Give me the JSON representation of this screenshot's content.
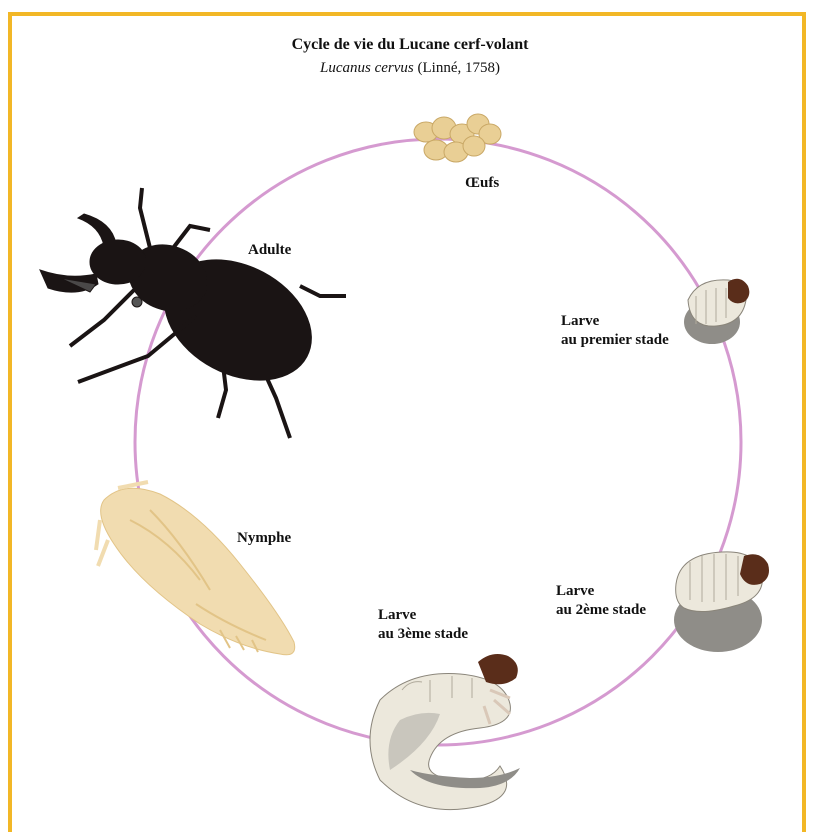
{
  "title": "Cycle de vie du Lucane cerf-volant",
  "subtitle_species": "Lucanus cervus",
  "subtitle_author": "(Linné, 1758)",
  "stages": {
    "eggs": "Œufs",
    "larva1_line1": "Larve",
    "larva1_line2": "au premier stade",
    "larva2_line1": "Larve",
    "larva2_line2": "au 2ème stade",
    "larva3_line1": "Larve",
    "larva3_line2": "au 3ème stade",
    "pupa": "Nymphe",
    "adult": "Adulte"
  },
  "colors": {
    "frame": "#f2b726",
    "cycle": "#d59ad0",
    "adult": "#1a1414",
    "eggs": "#e9cf95",
    "pupa": "#f1dcb0",
    "larva_body": "#ece8dc",
    "larva_shadow": "#8f8d88",
    "larva_head": "#5a2d1a"
  },
  "icons": [
    "stag-beetle-adult-icon",
    "eggs-cluster-icon",
    "larva-first-stage-icon",
    "larva-second-stage-icon",
    "larva-third-stage-icon",
    "pupa-icon"
  ]
}
